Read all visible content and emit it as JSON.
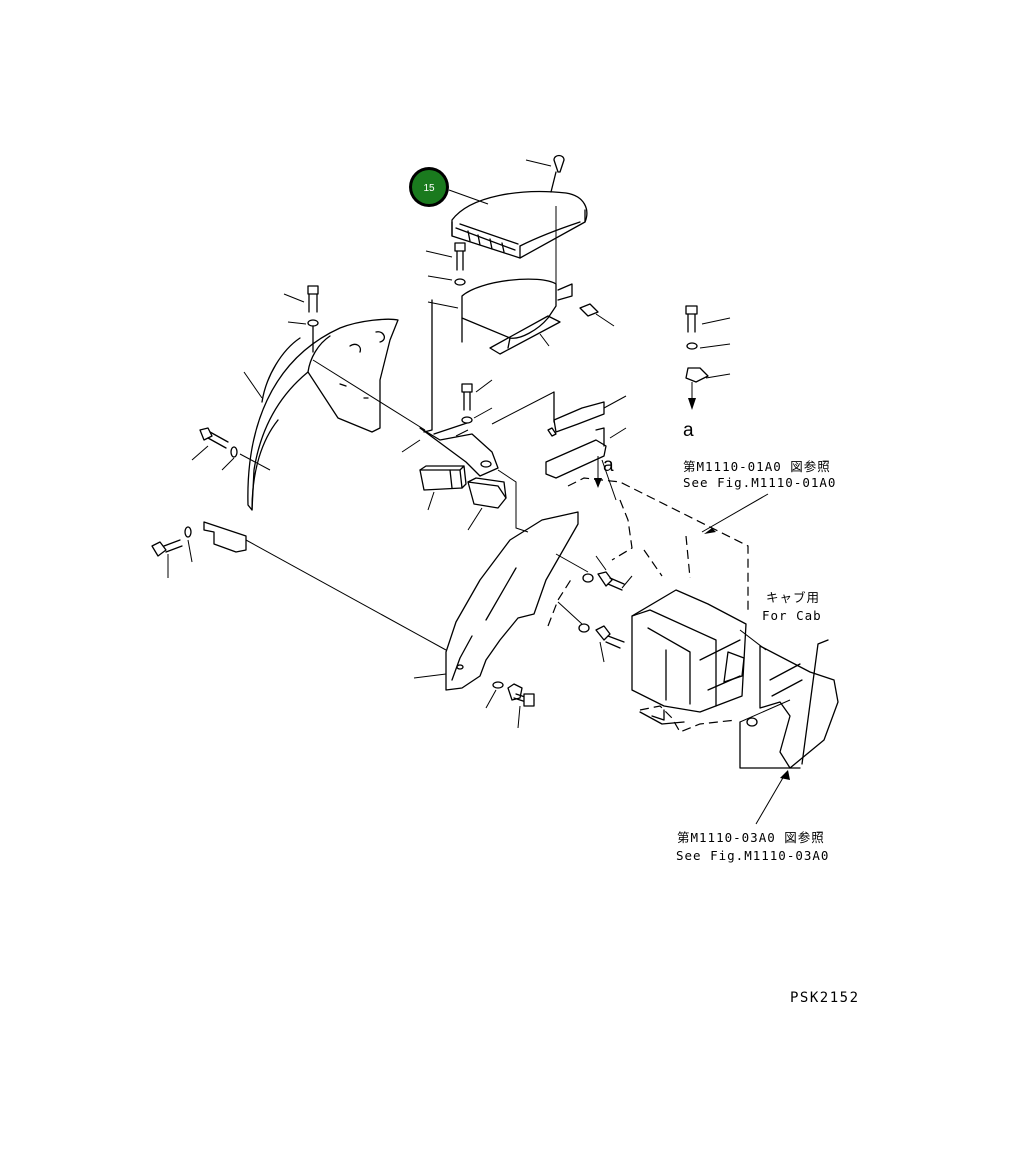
{
  "callout": {
    "number": "15",
    "color": "#1a7a1e"
  },
  "labels": {
    "letter_a_detail": "a",
    "letter_a_mount": "a",
    "ref_top_jp": "第M1110-01A0 図参照",
    "ref_top_en": "See Fig.M1110-01A0",
    "cab_jp": "キャブ用",
    "cab_en": "For Cab",
    "ref_bottom_jp": "第M1110-03A0 図参照",
    "ref_bottom_en": "See Fig.M1110-03A0",
    "drawing_code": "PSK2152"
  }
}
